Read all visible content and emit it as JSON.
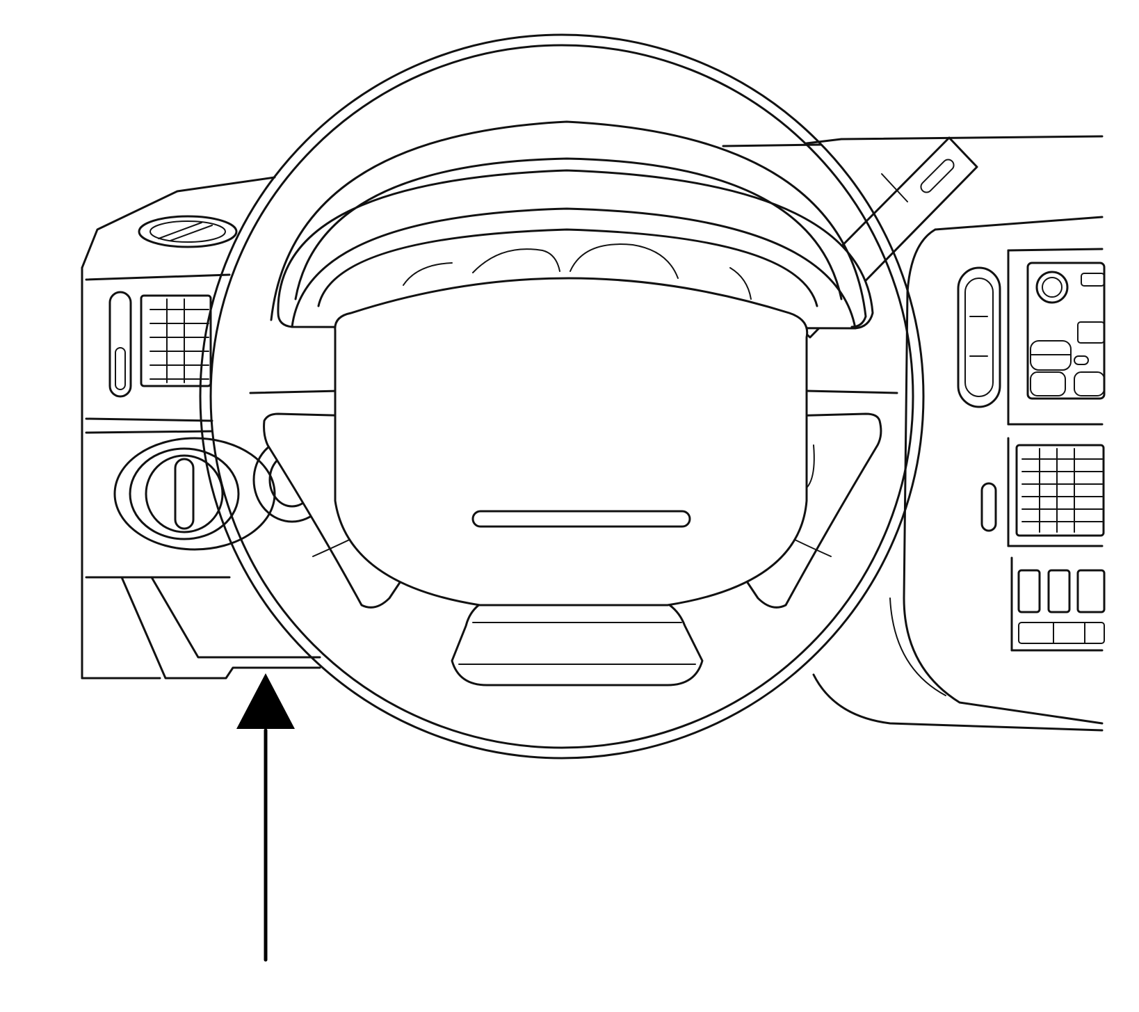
{
  "diagram": {
    "colors": {
      "line": "#111111",
      "background": "#ffffff",
      "arrow": "#000000"
    },
    "parts": [
      "steering-wheel",
      "airbag-cover",
      "instrument-cluster-hood",
      "left-air-vent",
      "headlamp-switch",
      "knee-bolster-panel",
      "turn-signal-lever",
      "radio",
      "center-air-vent",
      "hvac-controls"
    ],
    "pointer": {
      "icon": "arrow-up-icon",
      "target": "knee-bolster-panel"
    }
  }
}
